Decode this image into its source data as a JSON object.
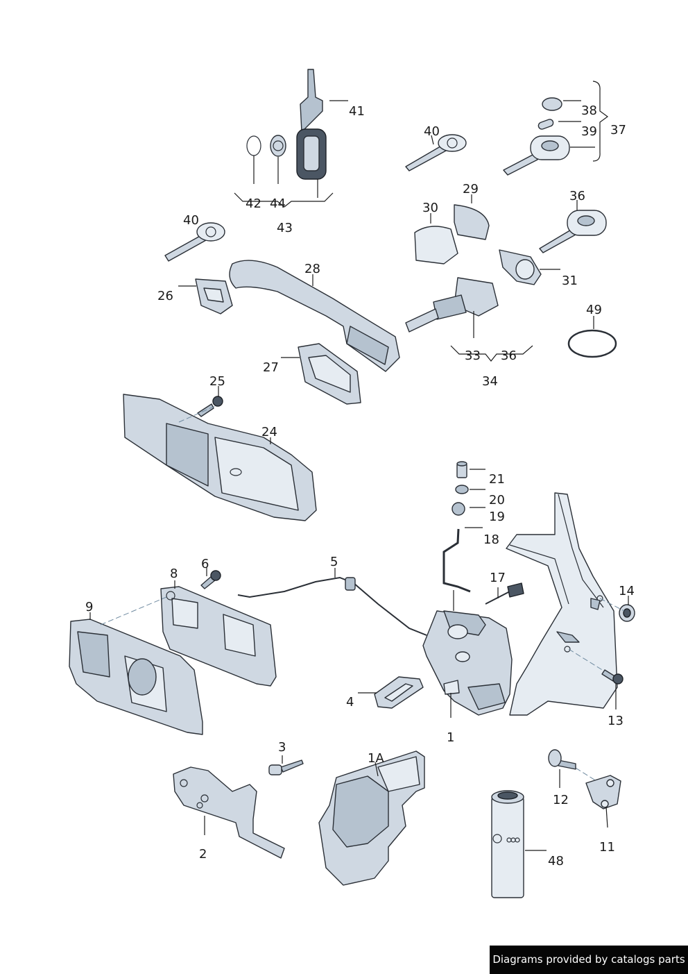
{
  "labels": {
    "p41": "41",
    "p42": "42",
    "p44": "44",
    "p43": "43",
    "p40a": "40",
    "p40b": "40",
    "p38": "38",
    "p39": "39",
    "p37": "37",
    "p29": "29",
    "p30": "30",
    "p36a": "36",
    "p31": "31",
    "p28": "28",
    "p26": "26",
    "p27": "27",
    "p49": "49",
    "p33": "33",
    "p36b": "36",
    "p34": "34",
    "p25": "25",
    "p24": "24",
    "p21": "21",
    "p20": "20",
    "p19": "19",
    "p18": "18",
    "p5": "5",
    "p6": "6",
    "p8": "8",
    "p9": "9",
    "p17": "17",
    "p14": "14",
    "p4": "4",
    "p1": "1",
    "p13": "13",
    "p3": "3",
    "p1A": "1A",
    "p2": "2",
    "p12": "12",
    "p11": "11",
    "p48": "48"
  },
  "credit": "Diagrams provided by catalogs parts",
  "colors": {
    "part_fill": "#cfd8e2",
    "outline": "#2a2f36",
    "credit_bg": "#050505"
  }
}
